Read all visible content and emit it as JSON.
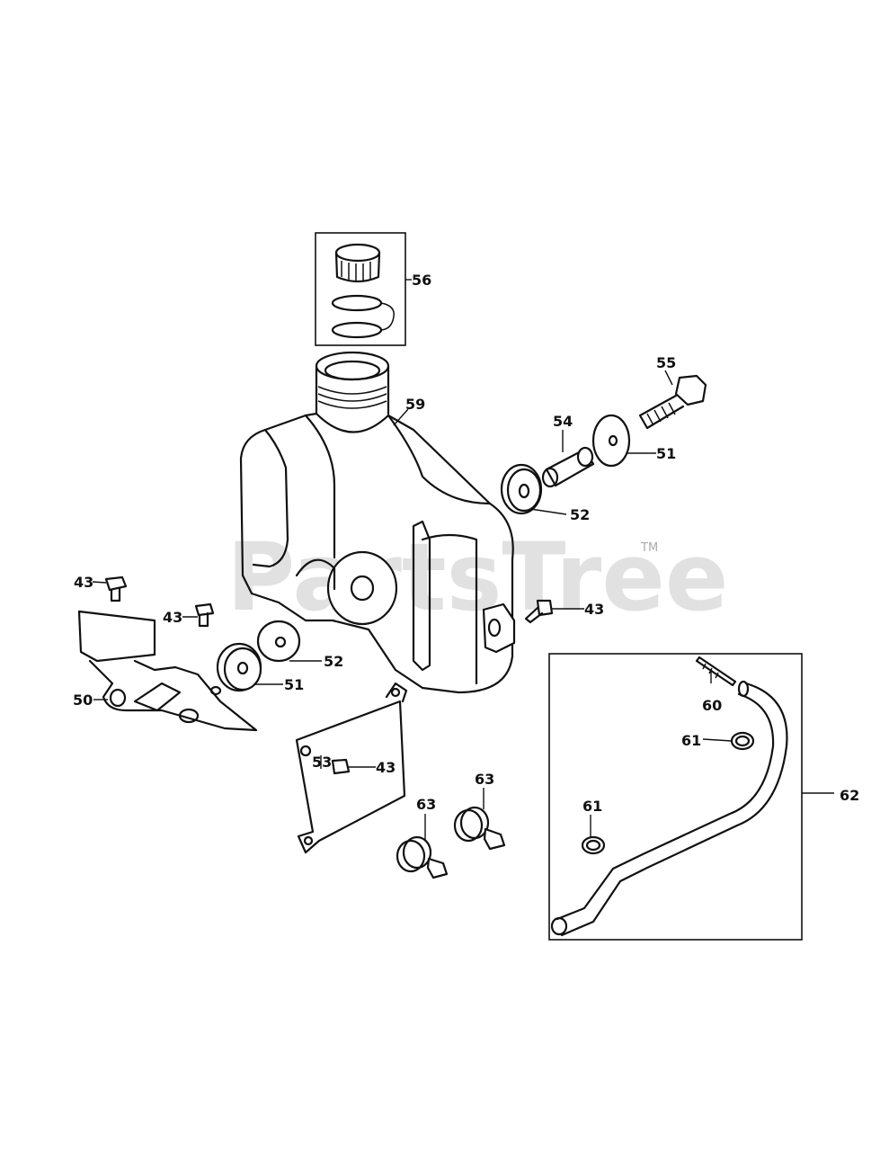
{
  "watermark": {
    "text": "PartsTree",
    "tm": "TM"
  },
  "callouts": {
    "c56": "56",
    "c55": "55",
    "c59": "59",
    "c54": "54",
    "c51a": "51",
    "c52a": "52",
    "c43a": "43",
    "c43b": "43",
    "c43c": "43",
    "c43d": "43",
    "c52b": "52",
    "c51b": "51",
    "c50": "50",
    "c53": "53",
    "c63a": "63",
    "c63b": "63",
    "c60": "60",
    "c61a": "61",
    "c61b": "61",
    "c62": "62"
  }
}
